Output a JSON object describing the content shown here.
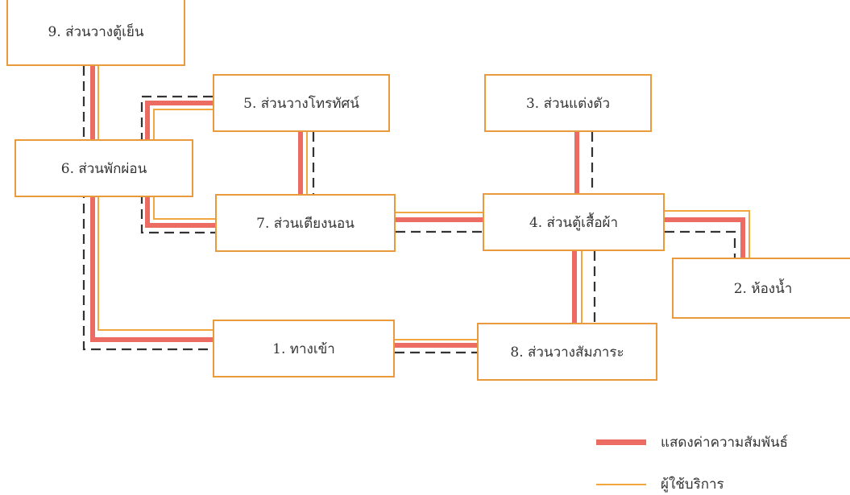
{
  "diagram": {
    "zones": [
      {
        "key": "z9",
        "label": "9. ส่วนวางตู้เย็น"
      },
      {
        "key": "z5",
        "label": "5. ส่วนวางโทรทัศน์"
      },
      {
        "key": "z3",
        "label": "3. ส่วนแต่งตัว"
      },
      {
        "key": "z6",
        "label": "6. ส่วนพักผ่อน"
      },
      {
        "key": "z7",
        "label": "7. ส่วนเตียงนอน"
      },
      {
        "key": "z4",
        "label": "4. ส่วนตู้เสื้อผ้า"
      },
      {
        "key": "z2",
        "label": "2. ห้องน้ำ"
      },
      {
        "key": "z1",
        "label": "1. ทางเข้า"
      },
      {
        "key": "z8",
        "label": "8. ส่วนวางสัมภาระ"
      }
    ],
    "legend": {
      "relationship_label": "แสดงค่าความสัมพันธ์",
      "user_label": "ผู้ใช้บริการ"
    },
    "colors": {
      "relationship": "#ec6b63",
      "user": "#f2a640",
      "staff": "#333333",
      "box_border": "#e89a3c"
    }
  }
}
